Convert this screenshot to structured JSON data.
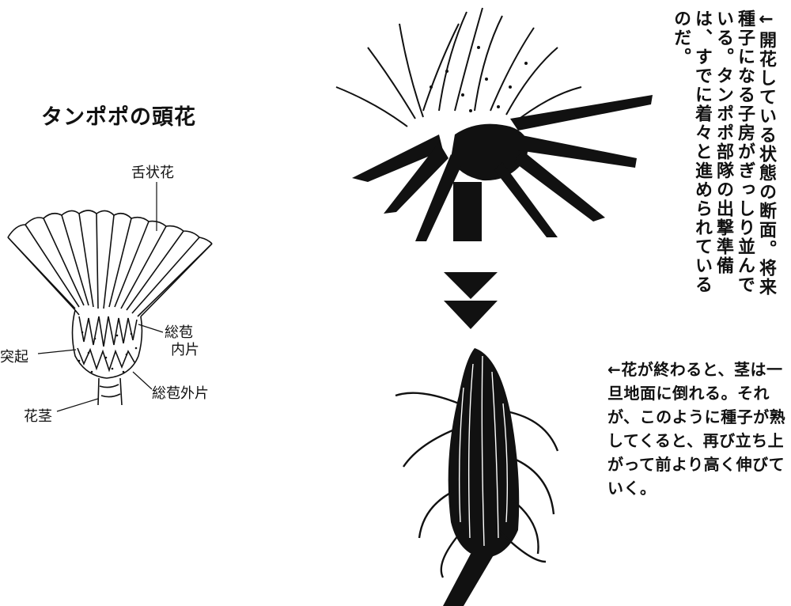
{
  "diagram": {
    "title": "タンポポの頭花",
    "labels": {
      "tongue_floret": "舌状花",
      "inner_bract_1": "総苞",
      "inner_bract_2": "内片",
      "protrusion": "突起",
      "outer_bract": "総苞外片",
      "stem": "花茎"
    }
  },
  "captions": {
    "top": "←開花している状態の断面。将来種子になる子房がぎっしり並んでいる。タンポポ部隊の出撃準備は、すでに着々と進められているのだ。",
    "bottom": "←花が終わると、茎は一旦地面に倒れる。それが、このように種子が熟してくると、再び立ち上がって前より高く伸びていく。"
  },
  "colors": {
    "ink": "#111111",
    "background": "#ffffff"
  }
}
